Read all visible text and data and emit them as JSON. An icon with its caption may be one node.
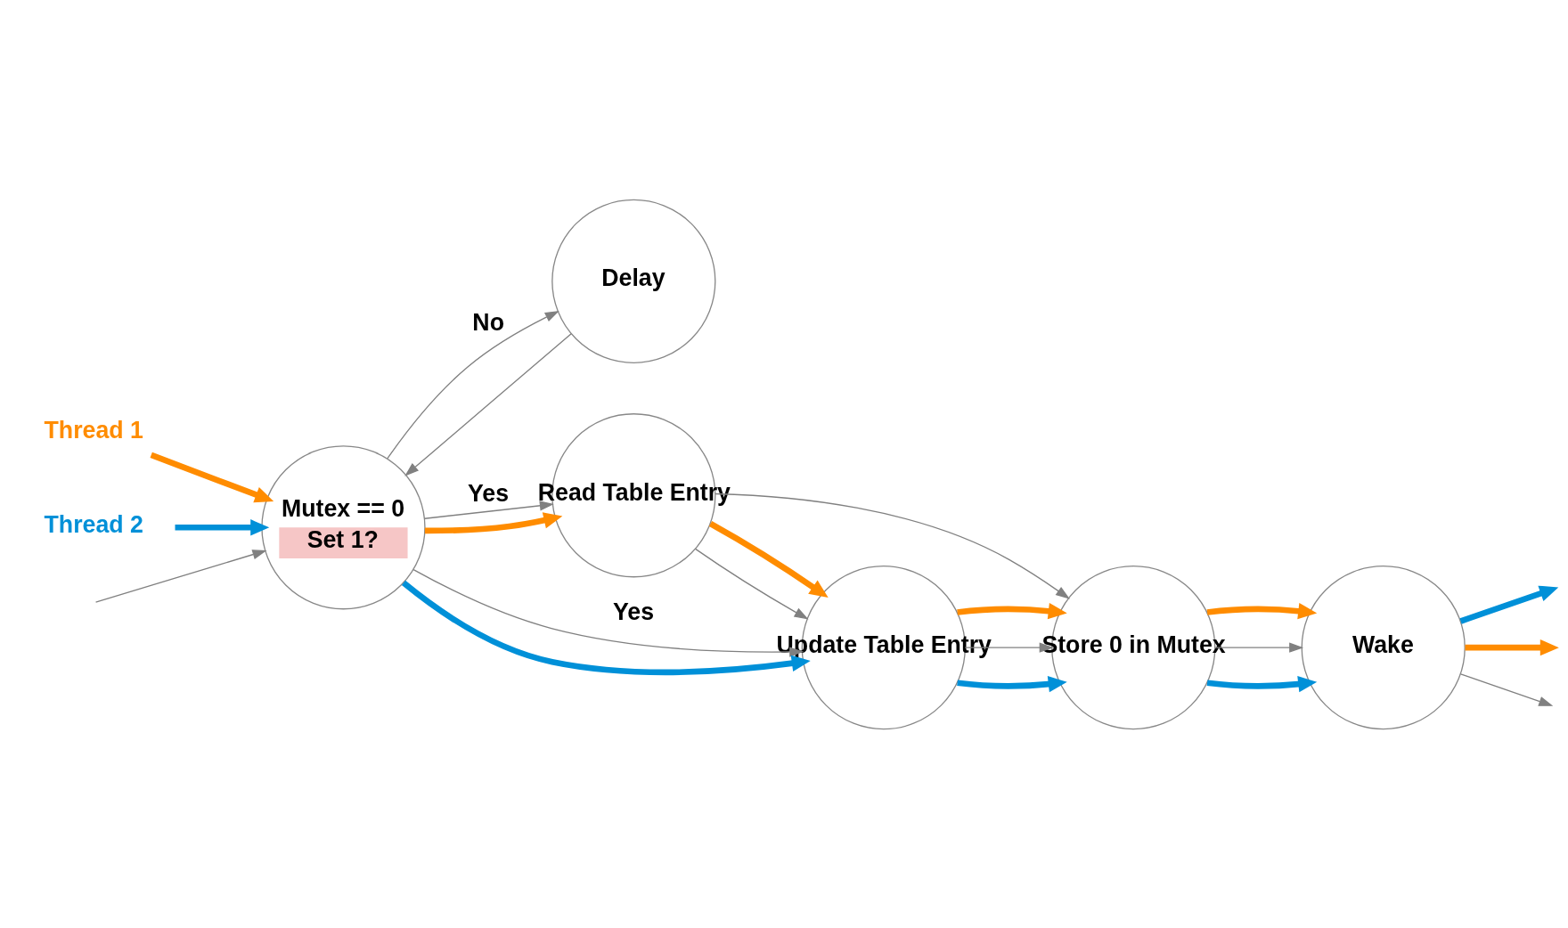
{
  "diagram": {
    "nodes": [
      {
        "text": [
          "Mutex == 0",
          "Set 1?"
        ]
      },
      {
        "text": [
          "Delay"
        ]
      },
      {
        "text": [
          "Read Table Entry"
        ]
      },
      {
        "text": [
          "Update Table Entry"
        ]
      },
      {
        "text": [
          "Store 0 in Mutex"
        ]
      },
      {
        "text": [
          "Wake"
        ]
      },
      {
        "text": [
          "Thread 1"
        ]
      },
      {
        "text": [
          "Thread 2"
        ]
      }
    ],
    "edges": [
      {
        "from": 6,
        "to": 0,
        "arrow": "to",
        "color": "#ff8c00"
      },
      {
        "from": null,
        "to": 0,
        "arrow": "to"
      },
      {
        "from": 7,
        "to": 0,
        "arrow": "to",
        "color": "#0090d8"
      },
      {
        "from": 1,
        "to": 0,
        "arrow": "to"
      },
      {
        "from": 0,
        "to": 1,
        "label": "No",
        "arrow": "to"
      },
      {
        "from": 0,
        "to": 2,
        "label": "Yes",
        "arrow": "to"
      },
      {
        "from": 0,
        "to": 2,
        "arrow": "to",
        "color": "#ff8c00"
      },
      {
        "from": 0,
        "to": 3,
        "label": "Yes",
        "arrow": "to"
      },
      {
        "from": 0,
        "to": 3,
        "arrow": "to",
        "color": "#0090d8"
      },
      {
        "from": 2,
        "to": 4,
        "arrow": "to"
      },
      {
        "from": 2,
        "to": 3,
        "arrow": "to"
      },
      {
        "from": 2,
        "to": 3,
        "arrow": "to",
        "color": "#ff8c00"
      },
      {
        "from": 3,
        "to": 4,
        "arrow": "to",
        "color": "#0090d8"
      },
      {
        "from": 3,
        "to": 4,
        "arrow": "to"
      },
      {
        "from": 3,
        "to": 4,
        "arrow": "to",
        "color": "#ff8c00"
      },
      {
        "from": 4,
        "to": 5,
        "arrow": "to",
        "color": "#0090d8"
      },
      {
        "from": 4,
        "to": 5,
        "arrow": "to"
      },
      {
        "from": 4,
        "to": 5,
        "arrow": "to",
        "color": "#ff8c00"
      },
      {
        "from": 5,
        "to": null,
        "arrow": "to",
        "color": "#0090d8"
      },
      {
        "from": 5,
        "to": null,
        "arrow": "to"
      },
      {
        "from": 5,
        "to": null,
        "arrow": "to",
        "color": "#ff8c00"
      }
    ]
  }
}
